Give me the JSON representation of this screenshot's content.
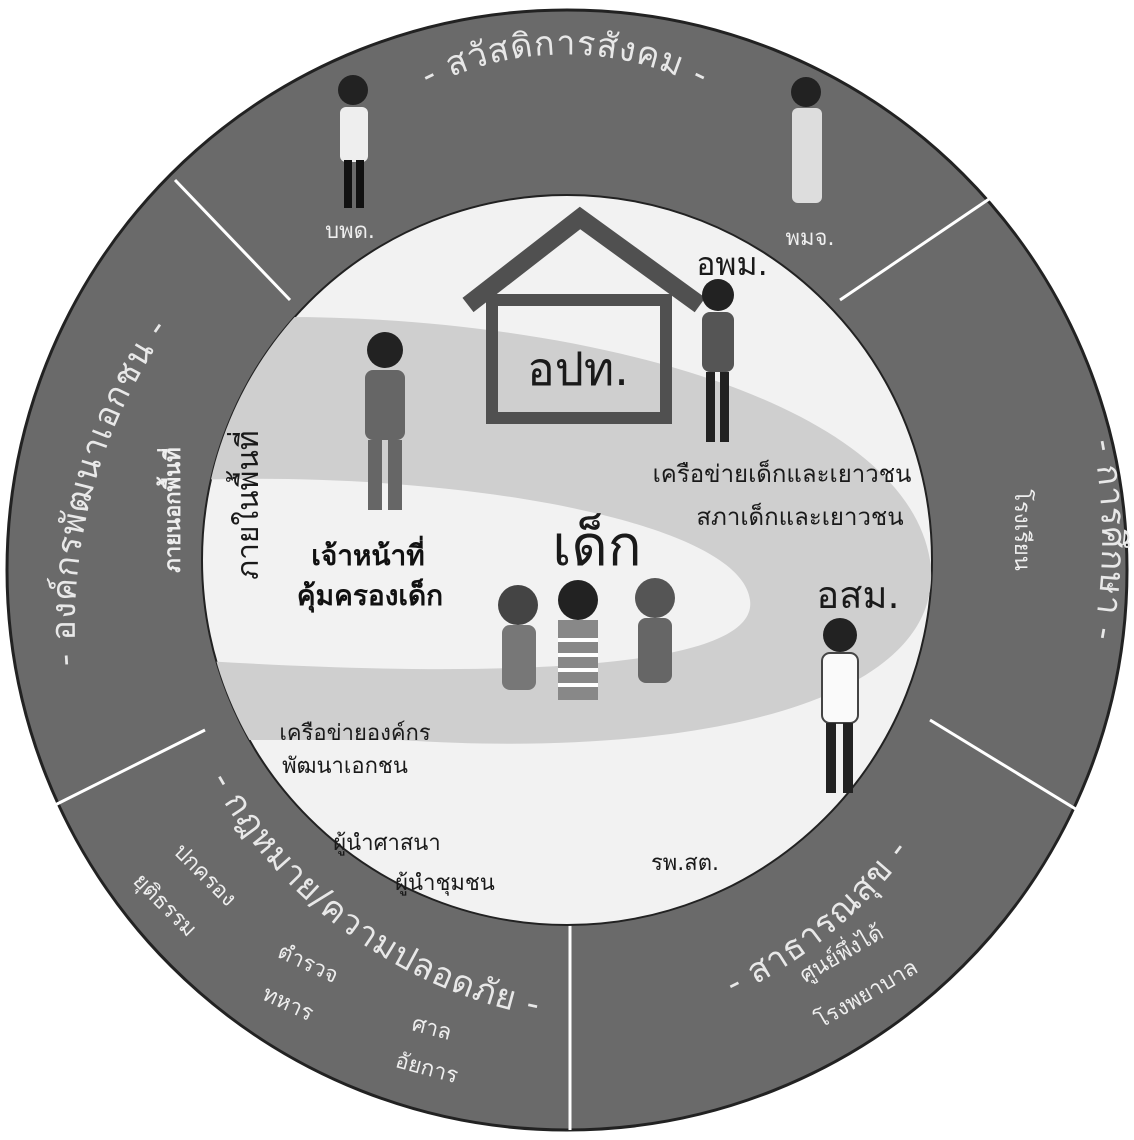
{
  "sectors": {
    "social_welfare": {
      "title": "- สวัสดิการสังคม -",
      "items": [
        "บพด.",
        "พมจ."
      ]
    },
    "education": {
      "title": "- การศึกษา -",
      "items": [
        "โรงเรียน"
      ]
    },
    "public_health": {
      "title": "- สาธารณสุข -",
      "items": [
        "ศูนย์พึ่งได้",
        "โรงพยาบาล"
      ]
    },
    "law_safety": {
      "title": "- กฎหมาย/ความปลอดภัย -",
      "items": [
        "ปกครอง",
        "ยุติธรรม",
        "ตำรวจ",
        "ทหาร",
        "ศาล",
        "อัยการ"
      ]
    },
    "ngo": {
      "title": "- องค์กรพัฒนาเอกชน -",
      "items": [
        "ภายนอกพื้นที่"
      ]
    }
  },
  "center": {
    "house_label": "อปท.",
    "child_label": "เด็ก",
    "inside_area": "ภายในพื้นที่",
    "officer_label_1": "เจ้าหน้าที่",
    "officer_label_2": "คุ้มครองเด็ก",
    "ophm": "อพม.",
    "youth_network": "เครือข่ายเด็กและเยาวชน",
    "youth_council": "สภาเด็กและเยาวชน",
    "osm": "อสม.",
    "ngo_network_1": "เครือข่ายองค์กร",
    "ngo_network_2": "พัฒนาเอกชน",
    "religious_leader": "ผู้นำศาสนา",
    "community_leader": "ผู้นำชุมชน",
    "rph_sat": "รพ.สต."
  },
  "colors": {
    "outer_ring": "#6a6a6a",
    "ring_divider": "#ffffff",
    "inner_bg": "#f2f2f2",
    "road": "#c8c8c8",
    "house": "#505050"
  }
}
